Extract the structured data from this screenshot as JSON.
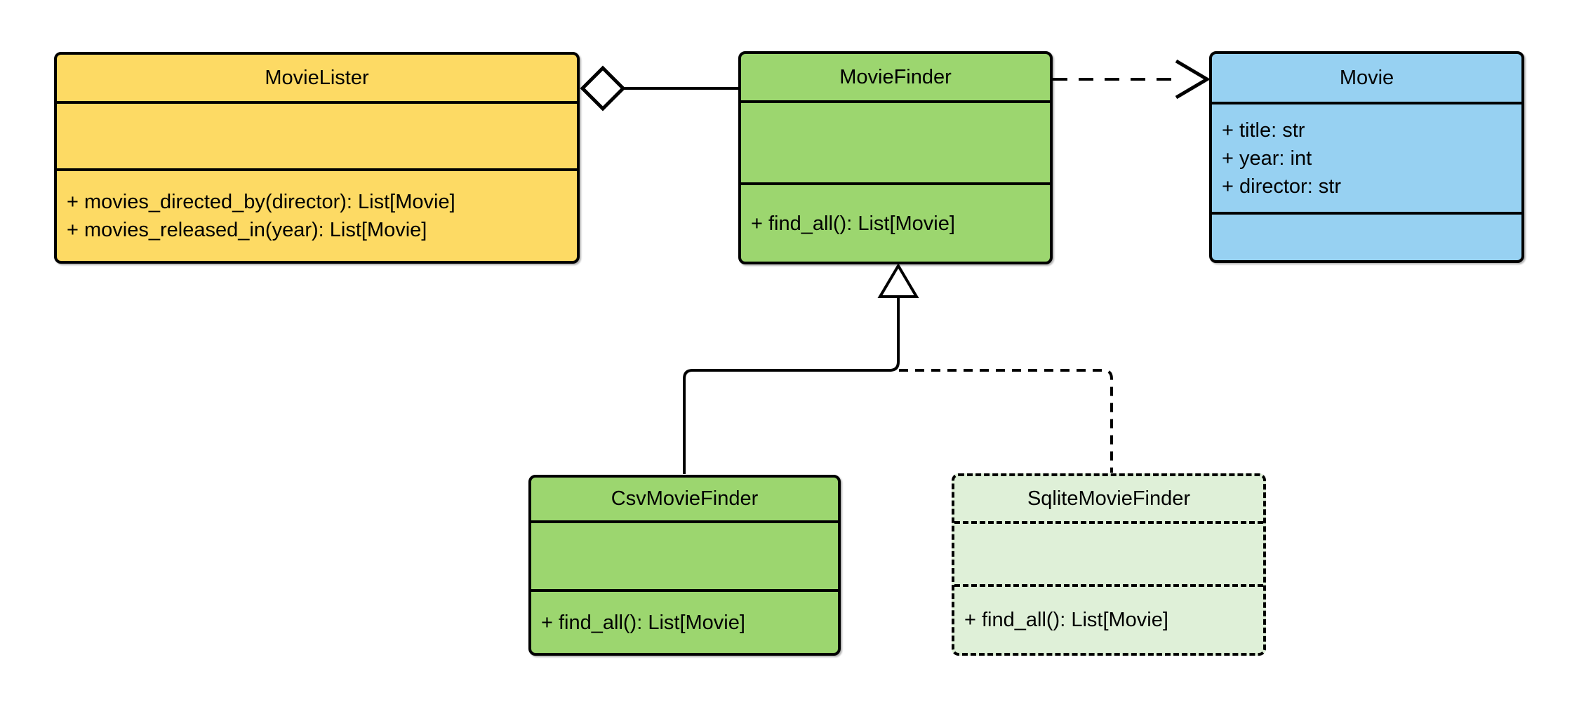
{
  "diagram": {
    "type": "uml-class-diagram",
    "background": "#ffffff",
    "line_color": "#000000",
    "classes": [
      {
        "name": "MovieLister",
        "fill": "#FDDA64",
        "border": "solid",
        "attributes": [],
        "methods": [
          "+ movies_directed_by(director): List[Movie]",
          "+ movies_released_in(year): List[Movie]"
        ]
      },
      {
        "name": "MovieFinder",
        "fill": "#9CD66F",
        "border": "solid",
        "attributes": [],
        "methods": [
          "+ find_all(): List[Movie]"
        ]
      },
      {
        "name": "Movie",
        "fill": "#97D1F2",
        "border": "solid",
        "attributes": [
          "+ title: str",
          "+ year: int",
          "+ director: str"
        ],
        "methods": []
      },
      {
        "name": "CsvMovieFinder",
        "fill": "#9CD66F",
        "border": "solid",
        "attributes": [],
        "methods": [
          "+ find_all(): List[Movie]"
        ]
      },
      {
        "name": "SqliteMovieFinder",
        "fill": "#DFF0D8",
        "border": "dashed",
        "attributes": [],
        "methods": [
          "+ find_all(): List[Movie]"
        ]
      }
    ],
    "relationships": [
      {
        "from": "MovieLister",
        "to": "MovieFinder",
        "type": "aggregation",
        "line": "solid",
        "marker": "hollow-diamond-at-source"
      },
      {
        "from": "MovieFinder",
        "to": "Movie",
        "type": "dependency",
        "line": "dashed",
        "marker": "open-arrow-at-target"
      },
      {
        "from": "CsvMovieFinder",
        "to": "MovieFinder",
        "type": "inheritance",
        "line": "solid",
        "marker": "hollow-triangle-at-target"
      },
      {
        "from": "SqliteMovieFinder",
        "to": "MovieFinder",
        "type": "inheritance",
        "line": "dashed",
        "marker": "hollow-triangle-at-target"
      }
    ]
  }
}
